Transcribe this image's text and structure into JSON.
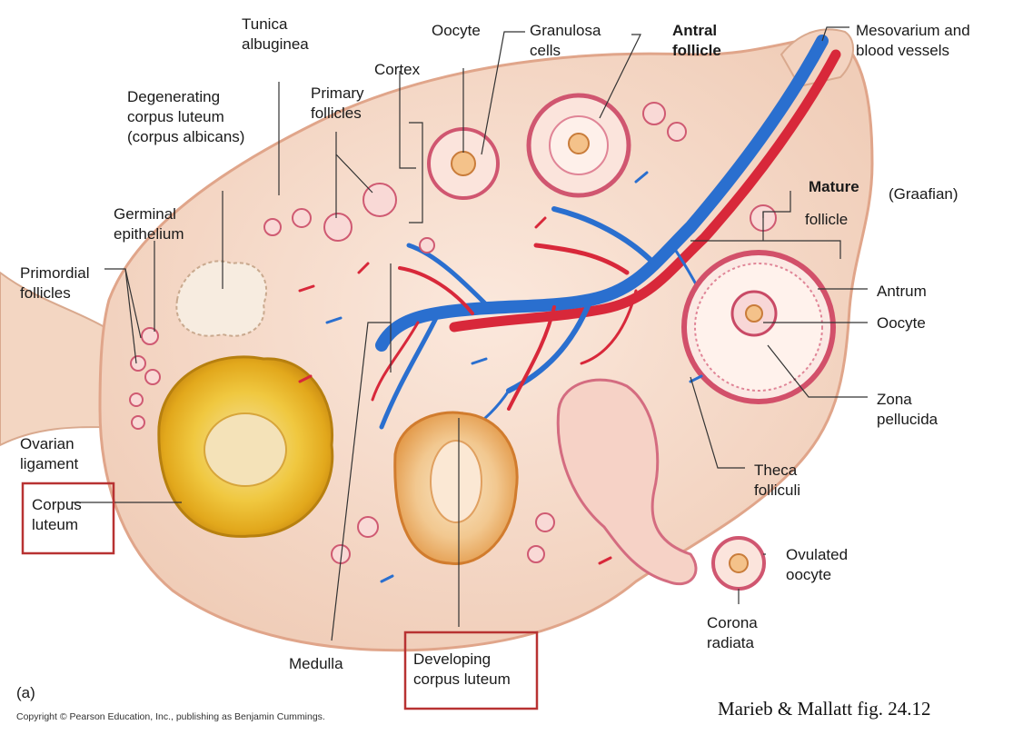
{
  "figure": {
    "panel_letter": "(a)",
    "copyright": "Copyright © Pearson Education, Inc., publishing as Benjamin Cummings.",
    "citation": "Marieb & Mallatt fig. 24.12"
  },
  "labels": {
    "tunica_albuginea": "Tunica\nalbuginea",
    "degenerating_corpus_luteum": "Degenerating\ncorpus luteum\n(corpus albicans)",
    "primary_follicles": "Primary\nfollicles",
    "cortex": "Cortex",
    "oocyte_top": "Oocyte",
    "granulosa_cells": "Granulosa\ncells",
    "antral_follicle": "Antral\nfollicle",
    "mesovarium": "Mesovarium and\nblood vessels",
    "germinal_epithelium": "Germinal\nepithelium",
    "primordial_follicles": "Primordial\nfollicles",
    "mature": "Mature",
    "graafian": "(Graafian)",
    "follicle": "follicle",
    "antrum": "Antrum",
    "oocyte_right": "Oocyte",
    "zona_pellucida": "Zona\npellucida",
    "ovarian_ligament": "Ovarian\nligament",
    "corpus_luteum": "Corpus\nluteum",
    "theca_folliculi": "Theca\nfolliculi",
    "ovulated_oocyte": "Ovulated\noocyte",
    "corona_radiata": "Corona\nradiata",
    "medulla": "Medulla",
    "developing_corpus_luteum": "Developing\ncorpus luteum"
  },
  "colors": {
    "highlight_box": "#b83232",
    "ovary_fill": "#f6dccb",
    "artery": "#d8283a",
    "vein": "#2a6fcf",
    "corpus_luteum": "#e8b830"
  }
}
